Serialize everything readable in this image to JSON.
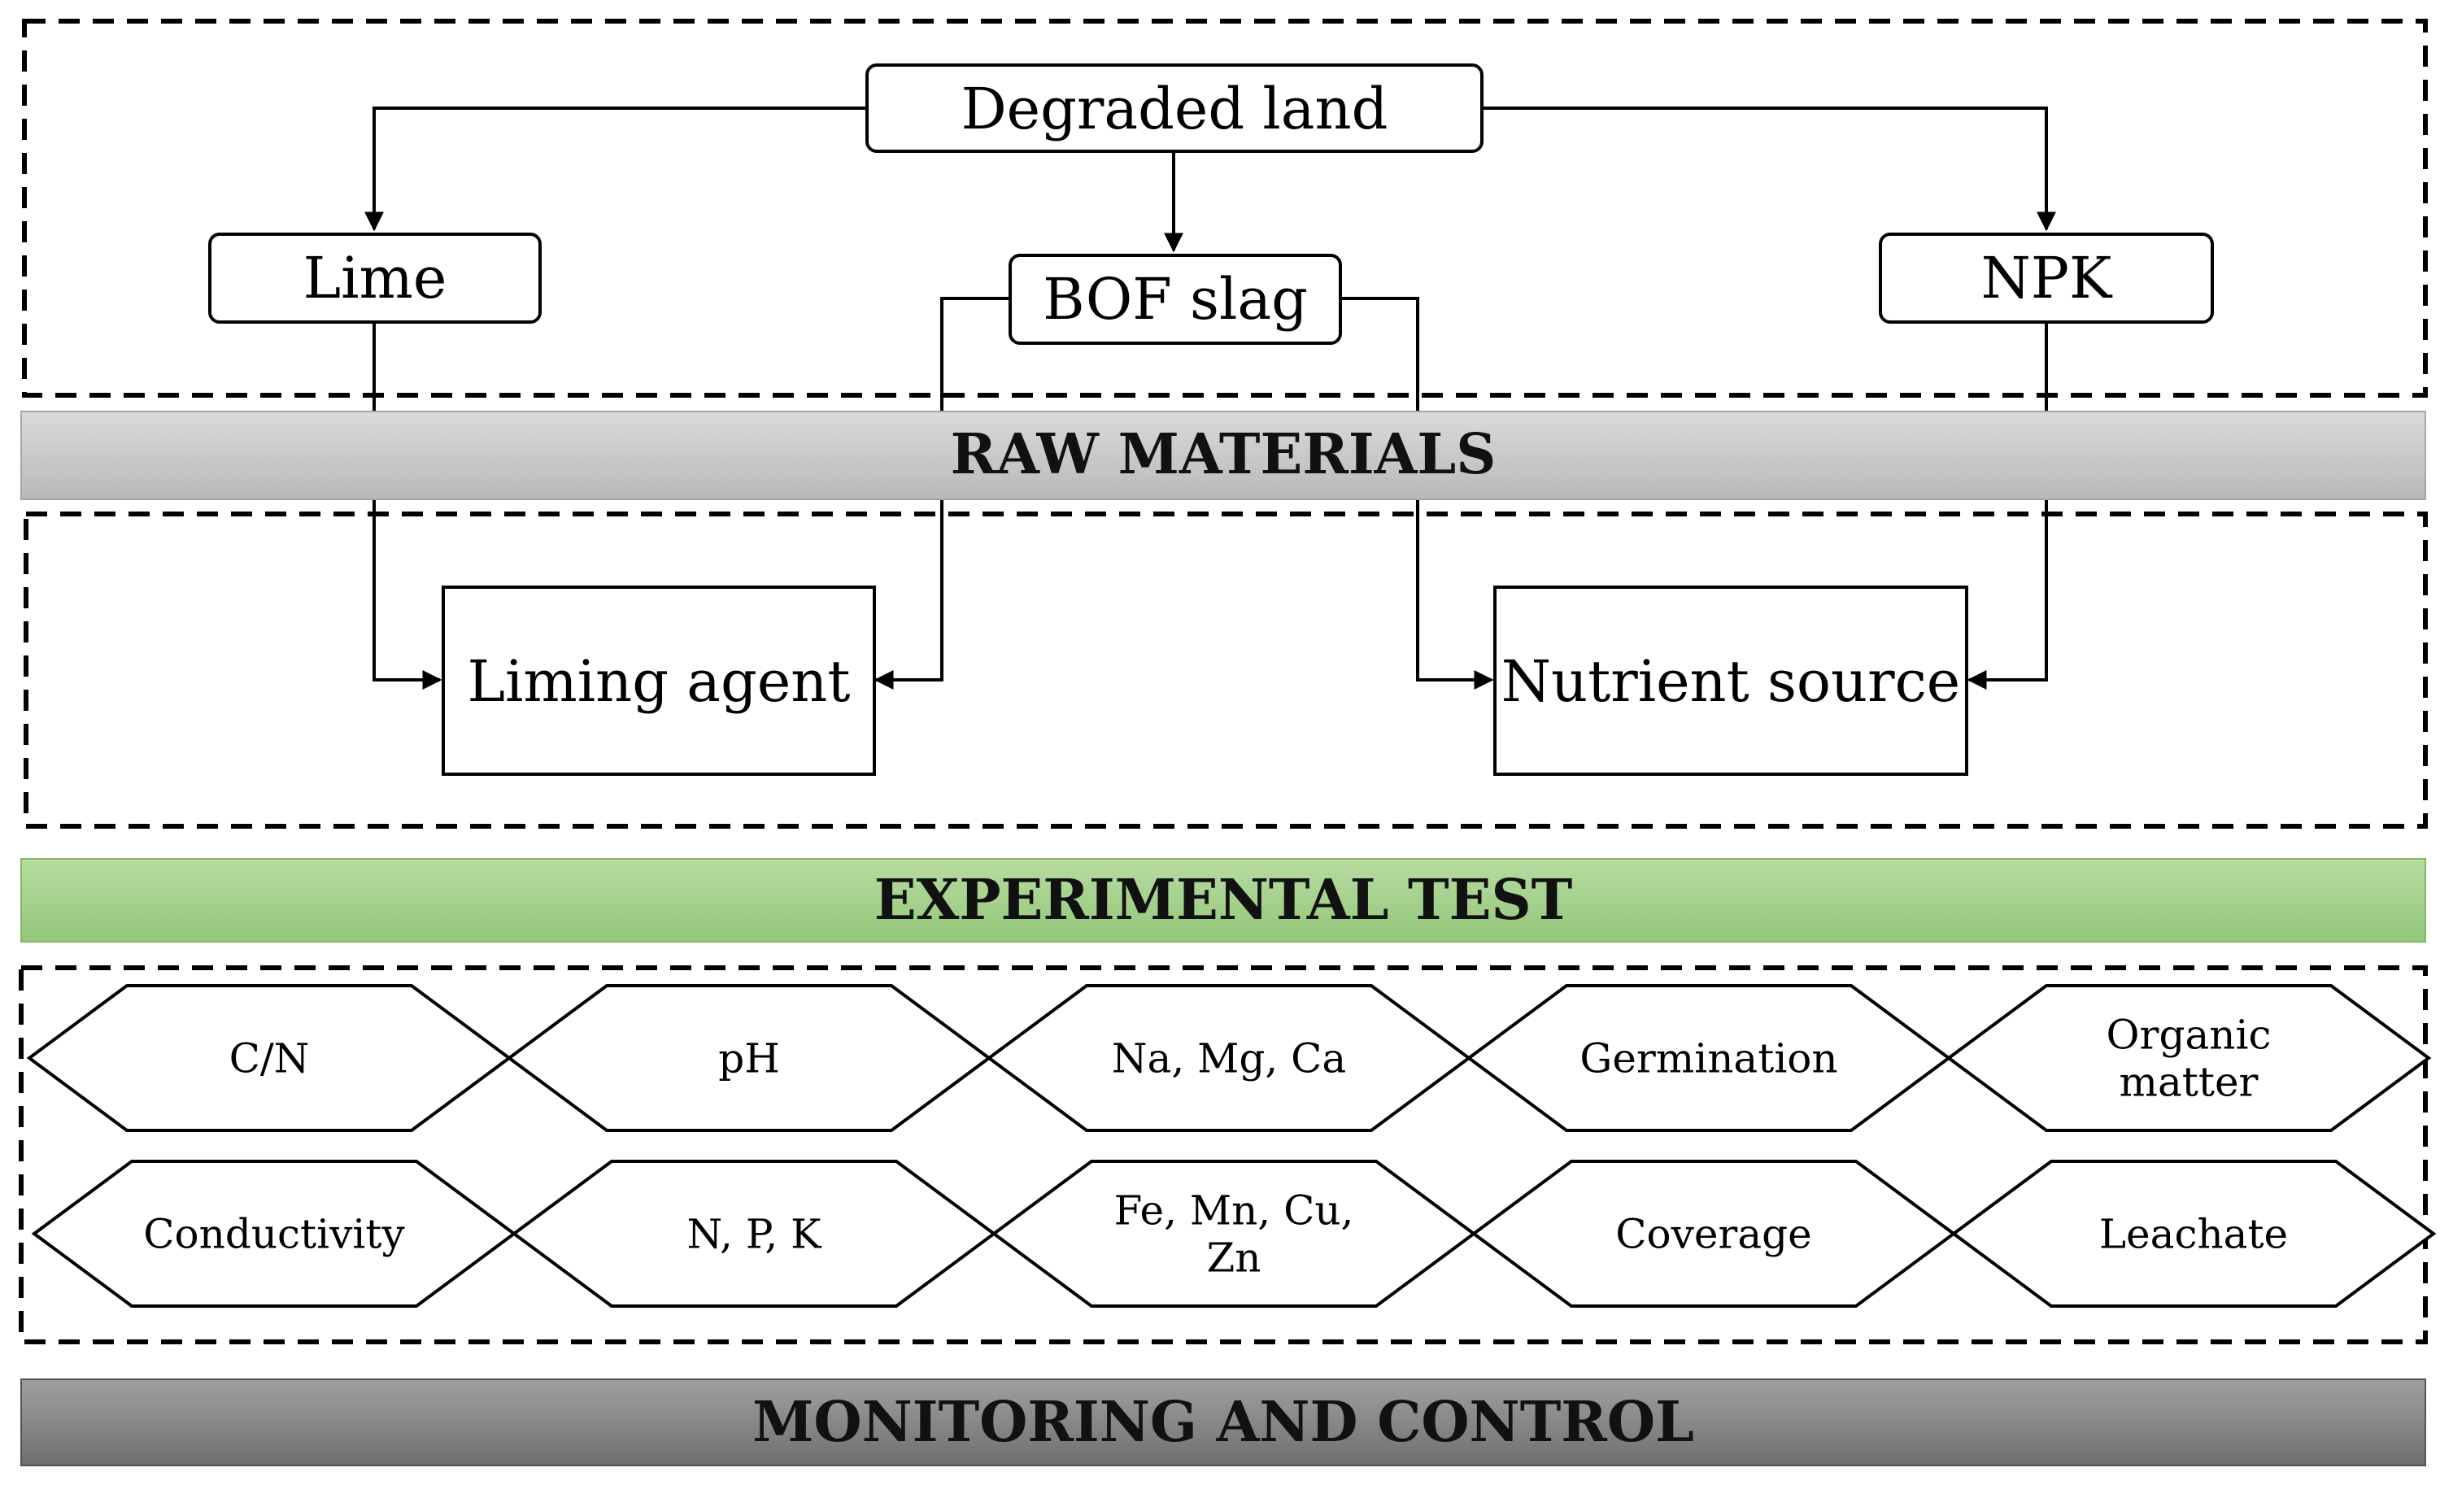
{
  "nodes": {
    "degraded_land": "Degraded land",
    "lime": "Lime",
    "bof_slag": "BOF slag",
    "npk": "NPK",
    "liming_agent": "Liming agent",
    "nutrient_source": "Nutrient source"
  },
  "bands": {
    "raw_materials": "RAW MATERIALS",
    "experimental_test": "EXPERIMENTAL TEST",
    "monitoring_control": "MONITORING AND CONTROL"
  },
  "parameters_row1": [
    {
      "lines": [
        "C/N"
      ]
    },
    {
      "lines": [
        "pH"
      ]
    },
    {
      "lines": [
        "Na, Mg, Ca"
      ]
    },
    {
      "lines": [
        "Germination"
      ]
    },
    {
      "lines": [
        "Organic",
        "matter"
      ]
    }
  ],
  "parameters_row2": [
    {
      "lines": [
        "Conductivity"
      ]
    },
    {
      "lines": [
        "N, P, K"
      ]
    },
    {
      "lines": [
        "Fe, Mn, Cu,",
        "Zn"
      ]
    },
    {
      "lines": [
        "Coverage"
      ]
    },
    {
      "lines": [
        "Leachate"
      ]
    }
  ],
  "colors": {
    "raw_materials_band": "#c8c8c8",
    "experimental_band": "#a9d18e",
    "monitoring_band": "#8a8a8a"
  }
}
